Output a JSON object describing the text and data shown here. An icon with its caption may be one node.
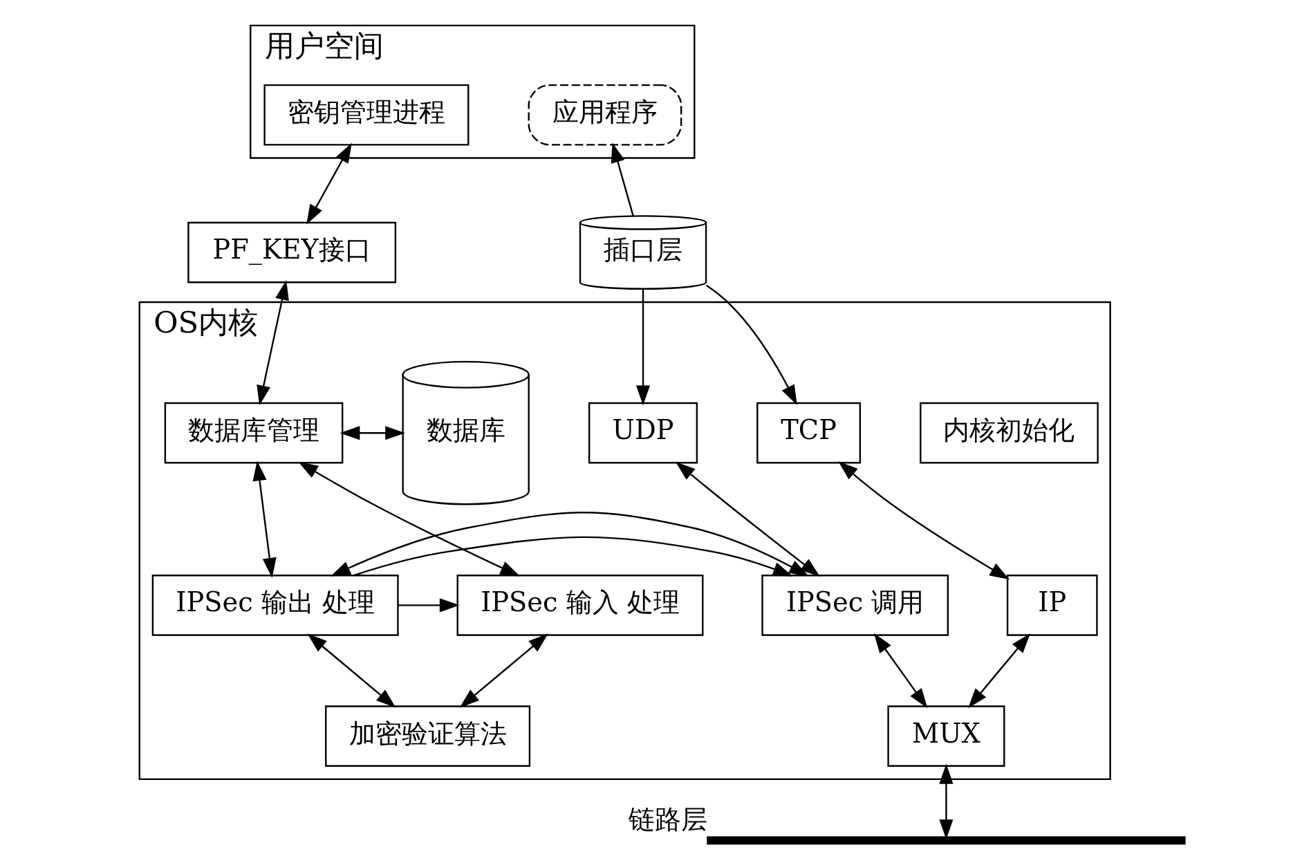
{
  "diagram": {
    "nodes": [
      {
        "text": [
          "用户空间"
        ]
      },
      {
        "text": [
          "密钥管理进程"
        ],
        "in": 0
      },
      {
        "text": [
          "应用程序"
        ],
        "in": 0
      },
      {
        "text": [
          "PF_KEY接口"
        ]
      },
      {
        "text": [
          "插口层"
        ]
      },
      {
        "text": [
          "OS内核"
        ]
      },
      {
        "text": [
          "内核初始化"
        ],
        "in": 5
      },
      {
        "text": [
          "数据库管理"
        ],
        "in": 5
      },
      {
        "text": [
          "数据库"
        ],
        "in": 5
      },
      {
        "text": [
          "IPSec 输入 处理"
        ],
        "in": 5
      },
      {
        "text": [
          "IPSec 输出 处理"
        ],
        "in": 5
      },
      {
        "text": [
          "加密验证算法"
        ],
        "in": 5
      },
      {
        "text": [
          "UDP"
        ],
        "in": 5
      },
      {
        "text": [
          "TCP"
        ],
        "in": 5
      },
      {
        "text": [
          "IPSec 调用"
        ],
        "in": 5
      },
      {
        "text": [
          "IP"
        ],
        "in": 5
      },
      {
        "text": [
          "MUX"
        ],
        "in": 5
      },
      {
        "text": [],
        "shape": "bar",
        "beside": [
          "链路层"
        ]
      }
    ],
    "edges": [
      {
        "from": 1,
        "to": 3,
        "arrow": "both"
      },
      {
        "from": 3,
        "to": 7,
        "arrow": "both"
      },
      {
        "from": 7,
        "to": 8,
        "arrow": "both"
      },
      {
        "from": 7,
        "to": 9,
        "arrow": "both"
      },
      {
        "from": 7,
        "to": 10,
        "arrow": "both"
      },
      {
        "from": 9,
        "to": 11,
        "arrow": "both"
      },
      {
        "from": 10,
        "to": 11,
        "arrow": "both"
      },
      {
        "from": 4,
        "to": 2,
        "arrow": "to"
      },
      {
        "from": 4,
        "to": 12,
        "arrow": "to"
      },
      {
        "from": 4,
        "to": 13,
        "arrow": "to"
      },
      {
        "from": 12,
        "to": 14,
        "arrow": "both"
      },
      {
        "from": 13,
        "to": 15,
        "arrow": "both"
      },
      {
        "from": 10,
        "to": 9,
        "arrow": "to"
      },
      {
        "from": 10,
        "to": 14,
        "arrow": "to"
      },
      {
        "from": 10,
        "to": 14,
        "arrow": "both"
      },
      {
        "from": 14,
        "to": 16,
        "arrow": "both"
      },
      {
        "from": 15,
        "to": 16,
        "arrow": "both"
      },
      {
        "from": 16,
        "to": 17,
        "arrow": "both"
      }
    ]
  }
}
